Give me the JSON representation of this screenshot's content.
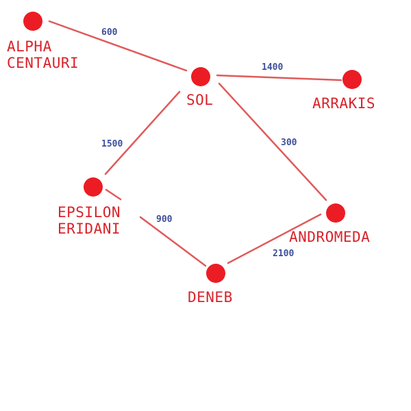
{
  "colors": {
    "background": "#ffffff",
    "node": "#ec1c24",
    "node_label": "#d8232a",
    "edge": "#e05a5a",
    "edge_label": "#3d4f9b"
  },
  "nodes": [
    {
      "id": "alpha-centauri",
      "label_lines": [
        "ALPHA",
        "CENTAURI"
      ]
    },
    {
      "id": "sol",
      "label_lines": [
        "SOL"
      ]
    },
    {
      "id": "arrakis",
      "label_lines": [
        "ARRAKIS"
      ]
    },
    {
      "id": "epsilon-eridani",
      "label_lines": [
        "EPSILON",
        "ERIDANI"
      ]
    },
    {
      "id": "andromeda",
      "label_lines": [
        "ANDROMEDA"
      ]
    },
    {
      "id": "deneb",
      "label_lines": [
        "DENEB"
      ]
    }
  ],
  "edges": [
    {
      "from": "alpha-centauri",
      "to": "sol",
      "weight": "600"
    },
    {
      "from": "sol",
      "to": "arrakis",
      "weight": "1400"
    },
    {
      "from": "sol",
      "to": "epsilon-eridani",
      "weight": "1500"
    },
    {
      "from": "sol",
      "to": "andromeda",
      "weight": "300"
    },
    {
      "from": "epsilon-eridani",
      "to": "deneb",
      "weight": "900"
    },
    {
      "from": "deneb",
      "to": "andromeda",
      "weight": "2100"
    }
  ]
}
